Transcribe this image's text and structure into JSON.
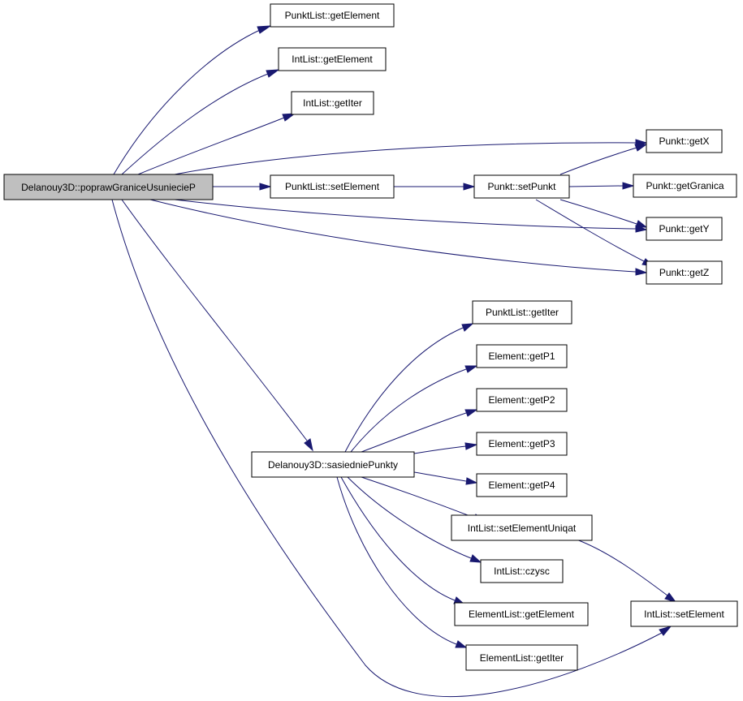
{
  "graph": {
    "nodes": {
      "root": "Delanouy3D::poprawGraniceUsuniecieP",
      "pl_getElement": "PunktList::getElement",
      "il_getElement": "IntList::getElement",
      "il_getIter": "IntList::getIter",
      "p_getX": "Punkt::getX",
      "pl_setElement": "PunktList::setElement",
      "p_setPunkt": "Punkt::setPunkt",
      "p_getGranica": "Punkt::getGranica",
      "p_getY": "Punkt::getY",
      "p_getZ": "Punkt::getZ",
      "pl_getIter": "PunktList::getIter",
      "e_getP1": "Element::getP1",
      "e_getP2": "Element::getP2",
      "e_getP3": "Element::getP3",
      "e_getP4": "Element::getP4",
      "sasiednie": "Delanouy3D::sasiedniePunkty",
      "il_setElementUniqat": "IntList::setElementUniqat",
      "il_czysc": "IntList::czysc",
      "el_getElement": "ElementList::getElement",
      "il_setElement": "IntList::setElement",
      "el_getIter": "ElementList::getIter"
    },
    "edges": [
      [
        "root",
        "pl_getElement"
      ],
      [
        "root",
        "il_getElement"
      ],
      [
        "root",
        "il_getIter"
      ],
      [
        "root",
        "p_getX"
      ],
      [
        "root",
        "pl_setElement"
      ],
      [
        "root",
        "p_getY"
      ],
      [
        "root",
        "p_getZ"
      ],
      [
        "root",
        "sasiednie"
      ],
      [
        "root",
        "il_setElement"
      ],
      [
        "pl_setElement",
        "p_setPunkt"
      ],
      [
        "p_setPunkt",
        "p_getX"
      ],
      [
        "p_setPunkt",
        "p_getGranica"
      ],
      [
        "p_setPunkt",
        "p_getY"
      ],
      [
        "p_setPunkt",
        "p_getZ"
      ],
      [
        "sasiednie",
        "pl_getIter"
      ],
      [
        "sasiednie",
        "e_getP1"
      ],
      [
        "sasiednie",
        "e_getP2"
      ],
      [
        "sasiednie",
        "e_getP3"
      ],
      [
        "sasiednie",
        "e_getP4"
      ],
      [
        "sasiednie",
        "il_setElementUniqat"
      ],
      [
        "sasiednie",
        "il_czysc"
      ],
      [
        "sasiednie",
        "el_getElement"
      ],
      [
        "sasiednie",
        "el_getIter"
      ],
      [
        "il_setElementUniqat",
        "il_setElement"
      ]
    ]
  }
}
